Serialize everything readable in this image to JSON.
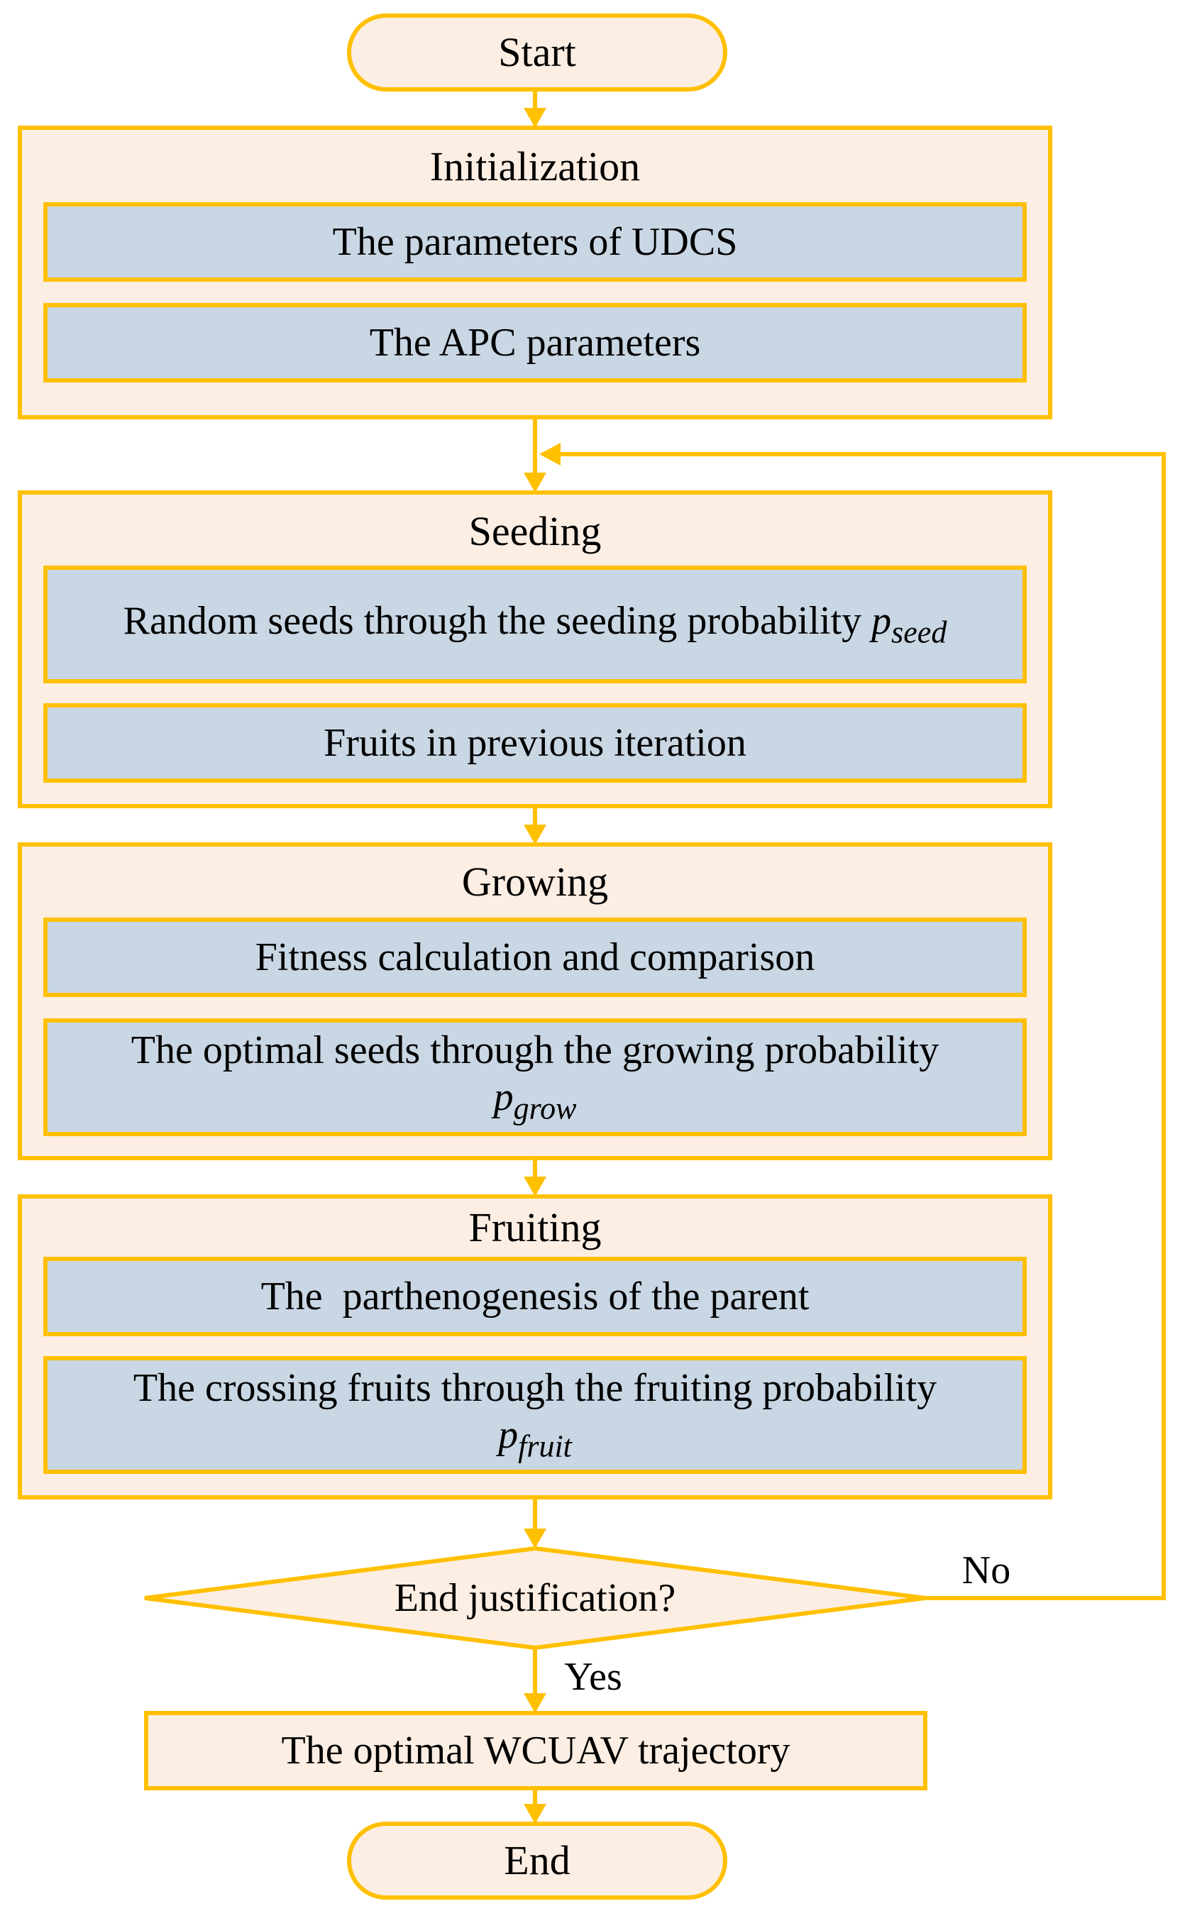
{
  "colors": {
    "border": "#FFC000",
    "outer_fill": "#FCEEE3",
    "inner_fill": "#C9D6E3",
    "text": "#000000"
  },
  "start": {
    "label": "Start"
  },
  "initialization": {
    "title": "Initialization",
    "items": [
      "The parameters of UDCS",
      "The APC parameters"
    ]
  },
  "seeding": {
    "title": "Seeding",
    "item1": {
      "text": "Random seeds through the seeding probability ",
      "symbol": "p",
      "subscript": "seed"
    },
    "item2": "Fruits in previous iteration"
  },
  "growing": {
    "title": "Growing",
    "item1": "Fitness calculation and comparison",
    "item2": {
      "text": "The optimal seeds through the growing probability",
      "symbol": "p",
      "subscript": "grow"
    }
  },
  "fruiting": {
    "title": "Fruiting",
    "item1": "The  parthenogenesis of the parent",
    "item2": {
      "text": "The crossing fruits through the fruiting probability",
      "symbol": "p",
      "subscript": "fruit"
    }
  },
  "decision": {
    "label": "End justification?",
    "no_label": "No",
    "yes_label": "Yes"
  },
  "result": {
    "label": "The optimal WCUAV trajectory"
  },
  "end": {
    "label": "End"
  }
}
